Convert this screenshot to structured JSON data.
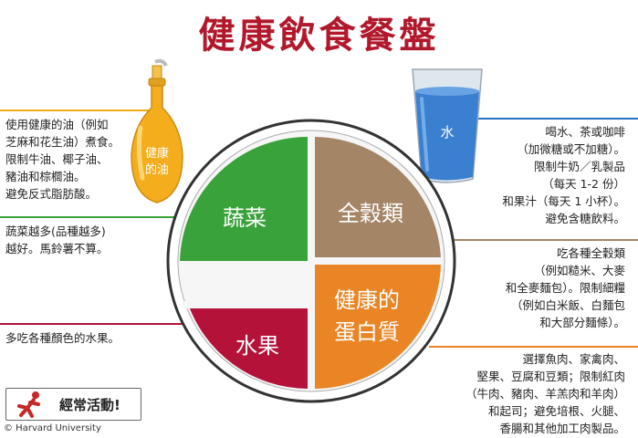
{
  "title": "健康飲食餐盤",
  "left_notes": {
    "oil": [
      "使用健康的油（例如",
      "芝麻和花生油）煮食。",
      "限制牛油、椰子油、",
      "豬油和棕櫚油。",
      "避免反式脂肪酸。"
    ],
    "vegetables": [
      "蔬菜越多(品種越多)",
      "越好。馬鈴薯不算。"
    ],
    "fruits": [
      "多吃各種顏色的水果。"
    ]
  },
  "right_notes": {
    "water": [
      "喝水、茶或咖啡",
      "（加微糖或不加糖）。",
      "限制牛奶／乳製品",
      "（每天 1-2 份）",
      "和果汁（每天 1 小杯）。",
      "避免含糖飲料。"
    ],
    "grains": [
      "吃各種全穀類",
      "（例如糙米、大麥",
      "和全麥麵包）。限制細糧",
      "（例如白米飯、白麵包",
      "和大部分麵條）。"
    ],
    "protein": [
      "選擇魚肉、家禽肉、",
      "堅果、豆腐和豆類；限制紅肉",
      "（牛肉、豬肉、羊羔肉和羊肉）",
      "和起司；避免培根、火腿、",
      "香腸和其他加工肉製品。"
    ]
  },
  "oil_label": [
    "健康",
    "的油"
  ],
  "water_label": "水",
  "plate": {
    "vegetables": "蔬菜",
    "grains": "全穀類",
    "fruits": "水果",
    "protein": [
      "健康的",
      "蛋白質"
    ]
  },
  "active_label": "經常活動!",
  "credit": "© Harvard University",
  "colors": {
    "title": "#b2182b",
    "vegetables": "#3aa23a",
    "grains": "#a48566",
    "fruits": "#b5123a",
    "protein": "#e98524",
    "water": "#2b73c4",
    "oil": "#f2a91c"
  }
}
